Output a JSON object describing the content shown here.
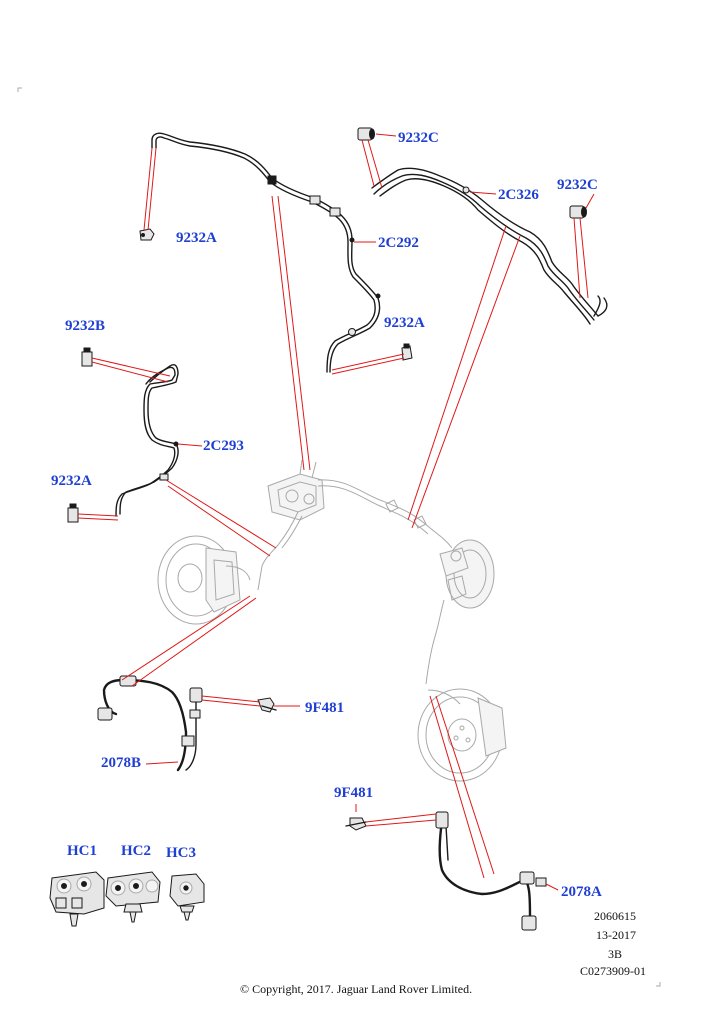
{
  "diagram": {
    "callouts": {
      "pipe_2c292": "2C292",
      "pipe_2c326": "2C326",
      "pipe_2c293": "2C293",
      "clip_9232a_top": "9232A",
      "clip_9232a_mid": "9232A",
      "clip_9232a_left": "9232A",
      "clip_9232b": "9232B",
      "clip_9232c_top": "9232C",
      "clip_9232c_right": "9232C",
      "clip_9f481_left": "9F481",
      "clip_9f481_right": "9F481",
      "hose_2078b": "2078B",
      "hose_2078a": "2078A",
      "connector_hc1": "HC1",
      "connector_hc2": "HC2",
      "connector_hc3": "HC3"
    },
    "reference": {
      "line1": "2060615",
      "line2": "13-2017",
      "line3": "3B",
      "line4": "C0273909-01"
    },
    "copyright": "© Copyright, 2017. Jaguar Land Rover Limited.",
    "colors": {
      "callout_text": "#1f3fd2",
      "leader_line": "#e01818",
      "part_outline": "#1a1a1a",
      "context_outline": "#a9a9a9"
    }
  }
}
